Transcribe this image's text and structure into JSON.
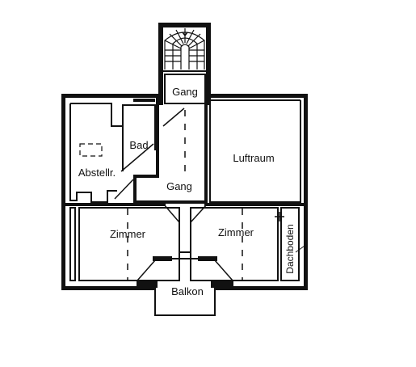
{
  "rooms": {
    "gang_top": "Gang",
    "bad": "Bad",
    "abstellraum": "Abstellr.",
    "luftraum": "Luftraum",
    "gang_main": "Gang",
    "zimmer_left": "Zimmer",
    "zimmer_right": "Zimmer",
    "dachboden": "Dachboden",
    "balkon": "Balkon"
  },
  "colors": {
    "wall": "#111111",
    "line": "#111111",
    "background": "#ffffff"
  }
}
